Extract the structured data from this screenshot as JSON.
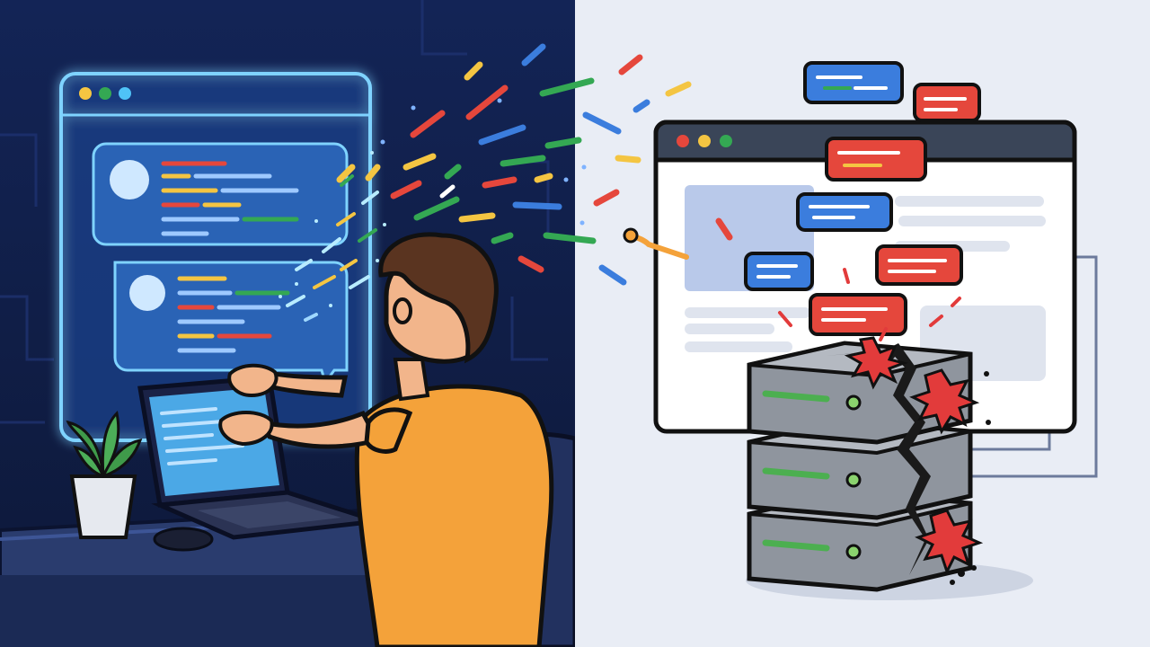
{
  "palette": {
    "night_bg": "#13224f",
    "night_bg_deep": "#0e1a40",
    "day_bg": "#e9edf5",
    "neon": "#4fc3f7",
    "screen_glow": "#2a64b8",
    "shirt": "#f4a23a",
    "hair": "#5a3420",
    "skin": "#f2b58b",
    "chair": "#1c2a52",
    "desk": "#2a3c6e",
    "server_gray": "#8f959e",
    "crack": "#1a1a1a",
    "burst_red": "#e23b3b",
    "error_red": "#e5473c",
    "info_blue": "#3b7ddd",
    "token_colors": [
      "#e5473c",
      "#3b7ddd",
      "#f4c542",
      "#34a853",
      "#ffffff"
    ]
  },
  "scene": {
    "left_panel": {
      "description_icons": [
        "chat-window-icon",
        "laptop-icon",
        "plant-icon",
        "mouse-icon"
      ],
      "window_dots": [
        "#f4c542",
        "#34a853",
        "#4fc3f7"
      ]
    },
    "right_panel": {
      "window_dots": [
        "#e5473c",
        "#f4c542",
        "#34a853"
      ],
      "description_icons": [
        "browser-window-icon",
        "server-stack-icon",
        "error-toast-icon",
        "crack-burst-icon"
      ],
      "toasts": [
        {
          "kind": "info"
        },
        {
          "kind": "error"
        },
        {
          "kind": "error"
        },
        {
          "kind": "info"
        },
        {
          "kind": "info"
        },
        {
          "kind": "error"
        },
        {
          "kind": "error"
        }
      ],
      "server_units": 3
    }
  }
}
